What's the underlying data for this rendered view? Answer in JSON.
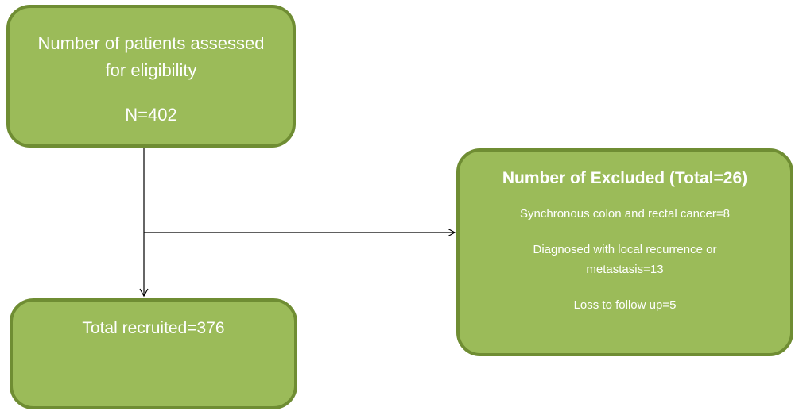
{
  "assessed_box": {
    "line1": "Number of patients assessed",
    "line2": "for eligibility",
    "count": "N=402"
  },
  "excluded_box": {
    "heading": "Number of Excluded (Total=26)",
    "items": [
      "Synchronous colon and rectal cancer=8",
      "Diagnosed with local recurrence or",
      "metastasis=13",
      "Loss to follow up=5"
    ]
  },
  "recruited_box": {
    "label": "Total recruited=376"
  },
  "colors": {
    "box_fill": "#9bbb59",
    "box_border": "#6f8d33",
    "text": "#ffffff",
    "connector": "#000000"
  }
}
